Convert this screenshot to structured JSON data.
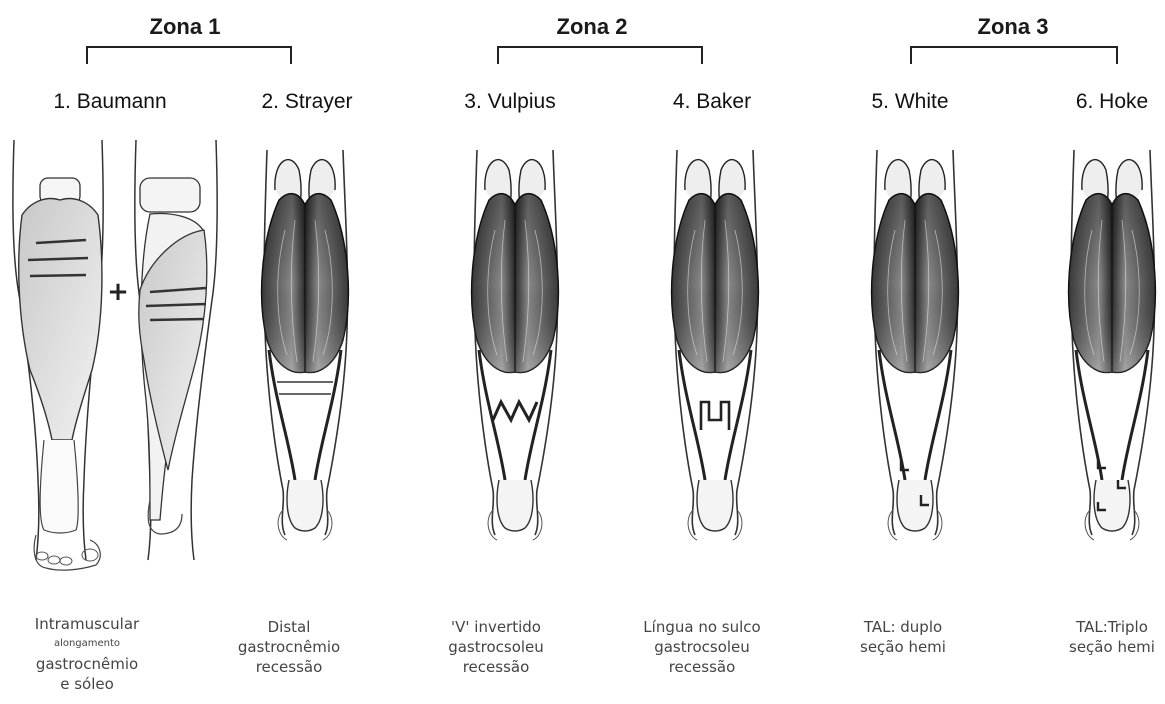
{
  "zones": [
    {
      "label": "Zona 1"
    },
    {
      "label": "Zona 2"
    },
    {
      "label": "Zona 3"
    }
  ],
  "procedures": [
    {
      "title": "1. Baumann",
      "caption": [
        "Intramuscular",
        "alongamento",
        "gastrocnêmio",
        "e sóleo"
      ]
    },
    {
      "title": "2. Strayer",
      "caption": [
        "Distal",
        "gastrocnêmio",
        "recessão"
      ]
    },
    {
      "title": "3. Vulpius",
      "caption": [
        "'V' invertido",
        "gastrocsoleu",
        "recessão"
      ]
    },
    {
      "title": "4. Baker",
      "caption": [
        "Língua no sulco",
        "gastrocsoleu",
        "recessão"
      ]
    },
    {
      "title": "5. White",
      "caption": [
        "TAL: duplo",
        "seção hemi"
      ]
    },
    {
      "title": "6. Hoke",
      "caption": [
        "TAL:Triplo",
        "seção hemi"
      ]
    }
  ],
  "symbols": {
    "plus": "+"
  }
}
